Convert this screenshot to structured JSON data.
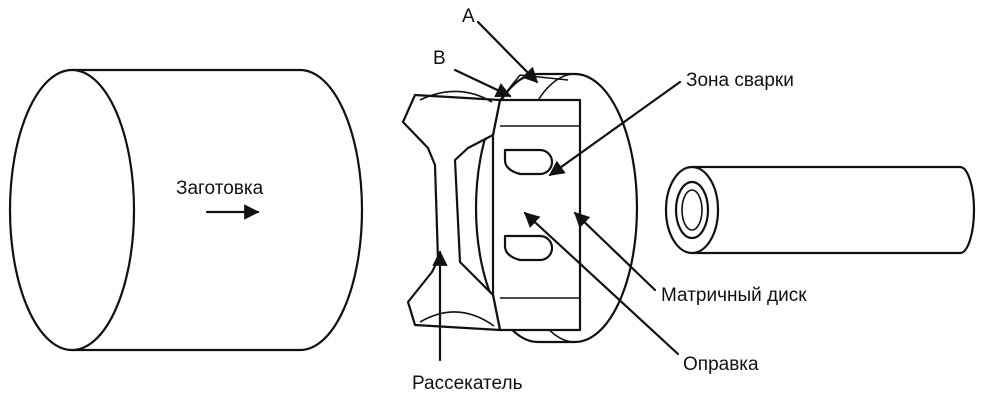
{
  "labels": {
    "billet": "Заготовка",
    "point_a": "A",
    "point_b": "B",
    "weld_zone": "Зона сварки",
    "die_disk": "Матричный диск",
    "mandrel": "Оправка",
    "splitter": "Рассекатель"
  },
  "colors": {
    "stroke": "#111111",
    "background": "#ffffff"
  }
}
